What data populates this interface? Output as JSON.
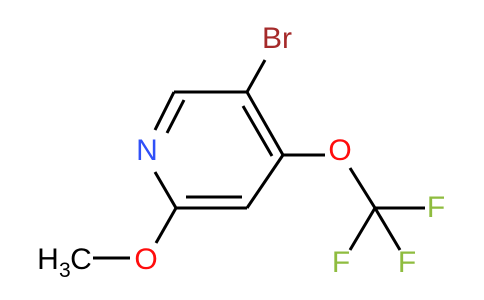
{
  "atoms": {
    "bromine": "Br",
    "nitrogen": "N",
    "oxygen_ring": "O",
    "oxygen_methoxy": "O",
    "fluorine_1": "F",
    "fluorine_2": "F",
    "fluorine_3": "F",
    "methyl_h": "H",
    "methyl_subscript": "3",
    "methyl_c": "C"
  },
  "colors": {
    "bond": "#000000",
    "bromine": "#a52a2a",
    "nitrogen": "#3050f8",
    "oxygen": "#ff0d0d",
    "fluorine": "#8fbc3f",
    "carbon": "#000000"
  }
}
